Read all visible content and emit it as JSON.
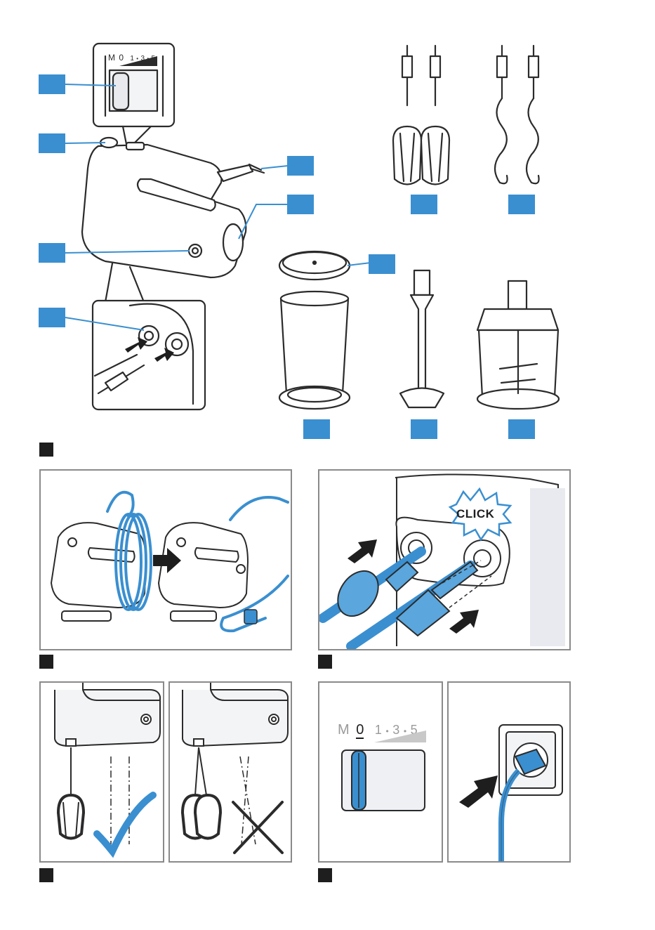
{
  "switch": {
    "label_m": "M",
    "label_0": "0",
    "label_1": "1",
    "label_3": "3",
    "label_5": "5",
    "dot": "•"
  },
  "click_label": "CLICK",
  "colors": {
    "accent": "#3a8fd0",
    "outline": "#2b2b2b",
    "frame": "#8a8a8a",
    "number_box": "#1e1e1e"
  }
}
